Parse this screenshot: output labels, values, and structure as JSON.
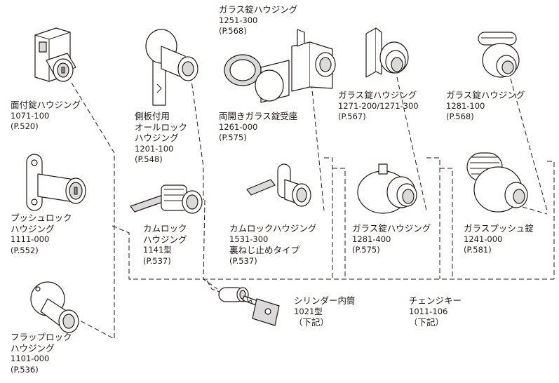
{
  "accent_color": "#231815",
  "items": [
    {
      "id": "menzuke",
      "lines": [
        "面付錠ハウジング",
        "1071-100",
        "(P.520)"
      ]
    },
    {
      "id": "push_lock",
      "lines": [
        "プッシュロック",
        "ハウジング",
        "1111-000",
        "(P.552)"
      ]
    },
    {
      "id": "flap_lock",
      "lines": [
        "フラップロック",
        "ハウジング",
        "1101-000",
        "(P.536)"
      ]
    },
    {
      "id": "side_all_lock",
      "lines": [
        "側板付用",
        "オールロック",
        "ハウジング",
        "1201-100",
        "(P.548)"
      ]
    },
    {
      "id": "cam_lock_1141",
      "lines": [
        "カムロック",
        "ハウジング",
        "1141型",
        "(P.537)"
      ]
    },
    {
      "id": "glass_1251",
      "lines": [
        "ガラス錠ハウジング",
        "1251-300",
        "(P.568)"
      ]
    },
    {
      "id": "double_glass_seat",
      "lines": [
        "両開きガラス錠受座",
        "1261-000",
        "(P.575)"
      ]
    },
    {
      "id": "cam_lock_1531",
      "lines": [
        "カムロックハウジング",
        "1531-300",
        "裏ねじ止めタイプ",
        "(P.537)"
      ]
    },
    {
      "id": "glass_1271",
      "lines": [
        "ガラス錠ハウジング",
        "1271-200/1271-300",
        "(P.567)"
      ]
    },
    {
      "id": "glass_1281_100",
      "lines": [
        "ガラス錠ハウジング",
        "1281-100",
        "(P.568)"
      ]
    },
    {
      "id": "glass_1281_400",
      "lines": [
        "ガラス錠ハウジング",
        "1281-400",
        "(P.575)"
      ]
    },
    {
      "id": "glass_push_1241",
      "lines": [
        "ガラスプッシュ錠",
        "1241-000",
        "(P.581)"
      ]
    },
    {
      "id": "cylinder_core",
      "lines": [
        "シリンダー内筒",
        "1021型",
        "（下記）"
      ]
    },
    {
      "id": "change_key",
      "lines": [
        "チェンジキー",
        "1011-106",
        "（下記）"
      ]
    }
  ]
}
